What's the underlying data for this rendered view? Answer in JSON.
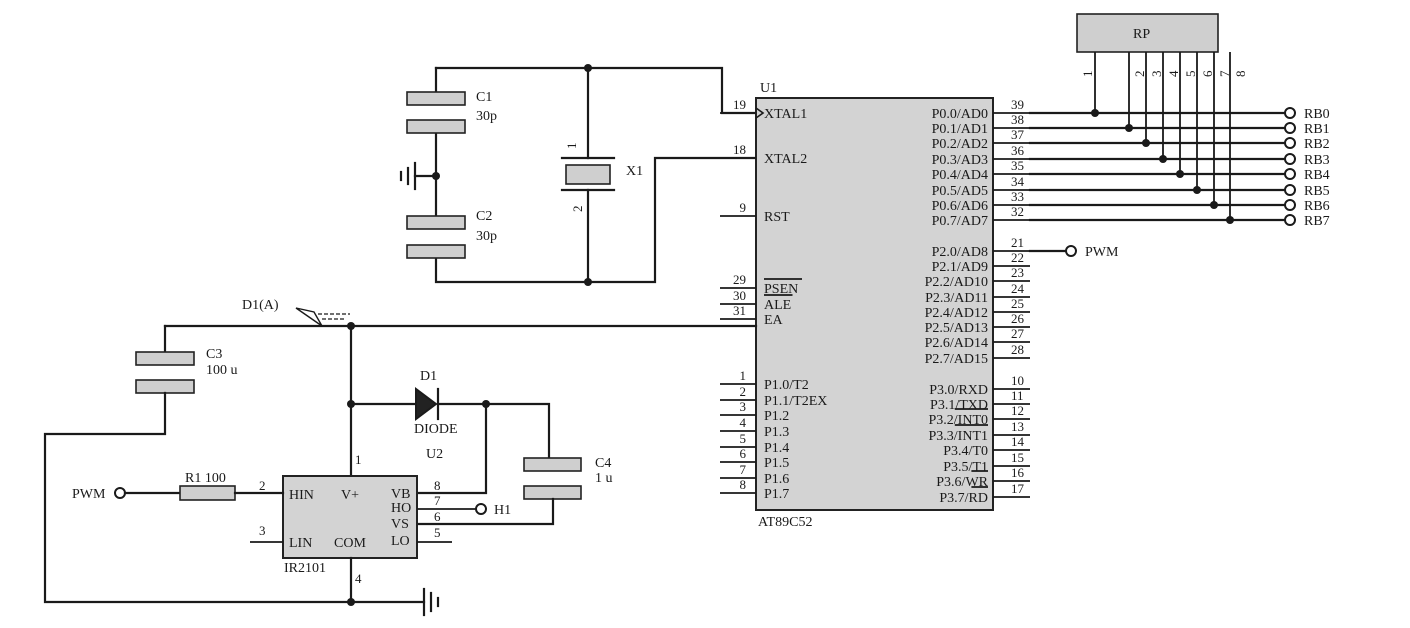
{
  "crystal": {
    "c1_name": "C1",
    "c1_value": "30p",
    "c2_name": "C2",
    "c2_value": "30p",
    "x_name": "X1",
    "pin_top": "1",
    "pin_bottom": "2"
  },
  "mcu": {
    "ref": "U1",
    "part": "AT89C52",
    "left_pins": [
      {
        "num": "19",
        "label": "XTAL1"
      },
      {
        "num": "18",
        "label": "XTAL2"
      },
      {
        "num": "9",
        "label": "RST"
      },
      {
        "num": "29",
        "label": "PSEN"
      },
      {
        "num": "30",
        "label": "ALE"
      },
      {
        "num": "31",
        "label": "EA"
      },
      {
        "num": "1",
        "label": "P1.0/T2"
      },
      {
        "num": "2",
        "label": "P1.1/T2EX"
      },
      {
        "num": "3",
        "label": "P1.2"
      },
      {
        "num": "4",
        "label": "P1.3"
      },
      {
        "num": "5",
        "label": "P1.4"
      },
      {
        "num": "6",
        "label": "P1.5"
      },
      {
        "num": "7",
        "label": "P1.6"
      },
      {
        "num": "8",
        "label": "P1.7"
      }
    ],
    "right_pins": [
      {
        "num": "39",
        "label": "P0.0/AD0"
      },
      {
        "num": "38",
        "label": "P0.1/AD1"
      },
      {
        "num": "37",
        "label": "P0.2/AD2"
      },
      {
        "num": "36",
        "label": "P0.3/AD3"
      },
      {
        "num": "35",
        "label": "P0.4/AD4"
      },
      {
        "num": "34",
        "label": "P0.5/AD5"
      },
      {
        "num": "33",
        "label": "P0.6/AD6"
      },
      {
        "num": "32",
        "label": "P0.7/AD7"
      },
      {
        "num": "21",
        "label": "P2.0/AD8"
      },
      {
        "num": "22",
        "label": "P2.1/AD9"
      },
      {
        "num": "23",
        "label": "P2.2/AD10"
      },
      {
        "num": "24",
        "label": "P2.3/AD11"
      },
      {
        "num": "25",
        "label": "P2.4/AD12"
      },
      {
        "num": "26",
        "label": "P2.5/AD13"
      },
      {
        "num": "27",
        "label": "P2.6/AD14"
      },
      {
        "num": "28",
        "label": "P2.7/AD15"
      },
      {
        "num": "10",
        "label": "P3.0/RXD"
      },
      {
        "num": "11",
        "label": "P3.1/TXD"
      },
      {
        "num": "12",
        "label": "P3.2/INT0"
      },
      {
        "num": "13",
        "label": "P3.3/INT1"
      },
      {
        "num": "14",
        "label": "P3.4/T0"
      },
      {
        "num": "15",
        "label": "P3.5/T1"
      },
      {
        "num": "16",
        "label": "P3.6/WR"
      },
      {
        "num": "17",
        "label": "P3.7/RD"
      }
    ]
  },
  "rp": {
    "name": "RP",
    "pins": [
      "1",
      "2",
      "3",
      "4",
      "5",
      "6",
      "7",
      "8"
    ],
    "outputs": [
      "RB0",
      "RB1",
      "RB2",
      "RB3",
      "RB4",
      "RB5",
      "RB6",
      "RB7"
    ]
  },
  "pwm_out": "PWM",
  "driver": {
    "ref": "U2",
    "part": "IR2101",
    "hin": "HIN",
    "lin": "LIN",
    "vplus": "V+",
    "com": "COM",
    "vb": "VB",
    "ho": "HO",
    "vs": "VS",
    "lo": "LO",
    "p1": "1",
    "p2": "2",
    "p3": "3",
    "p4": "4",
    "p5": "5",
    "p6": "6",
    "p7": "7",
    "p8": "8"
  },
  "d1a": "D1(A)",
  "c3_name": "C3",
  "c3_value": "100 u",
  "d1_name": "D1",
  "d1_value": "DIODE",
  "c4_name": "C4",
  "c4_value": "1 u",
  "r1_label": "R1 100",
  "pwm_in": "PWM",
  "h1": "H1"
}
